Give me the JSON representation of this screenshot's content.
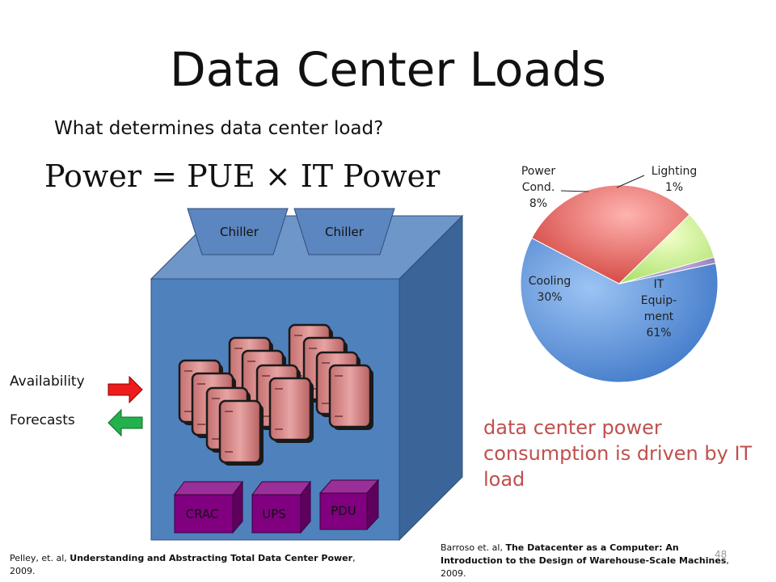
{
  "slide": {
    "title": "Data Center Loads",
    "question": "What determines data center load?",
    "formula": "Power = PUE × IT Power",
    "slide_number": "48"
  },
  "diagram": {
    "chiller_labels": [
      "Chiller",
      "Chiller"
    ],
    "units": [
      "CRAC",
      "UPS",
      "PDU"
    ],
    "availability_label": "Availability",
    "forecasts_label": "Forecasts",
    "colors": {
      "box_front": "#4f81bd",
      "box_top": "#6f96c8",
      "box_side": "#3b6598",
      "server": "#d98c8c",
      "unit": "#800080",
      "arrow_in": "#ee1c1c",
      "arrow_out": "#22b14c"
    }
  },
  "chart_data": {
    "type": "pie",
    "categories": [
      "IT Equip-ment",
      "Cooling",
      "Power Cond.",
      "Lighting"
    ],
    "values": [
      61,
      30,
      8,
      1
    ],
    "labels": [
      {
        "lines": [
          "IT",
          "Equip-",
          "ment",
          "61%"
        ]
      },
      {
        "lines": [
          "Cooling",
          "30%"
        ]
      },
      {
        "lines": [
          "Power",
          "Cond.",
          "8%"
        ]
      },
      {
        "lines": [
          "Lighting",
          "1%"
        ]
      }
    ],
    "colors": [
      "#4f81bd",
      "#c0504d",
      "#9bbb59",
      "#8064a2"
    ]
  },
  "conclusion": "data center power consumption is driven by IT load",
  "references": {
    "left": {
      "authors": "Pelley, et. al, ",
      "title": "Understanding and Abstracting Total Data Center Power",
      "year": ", 2009."
    },
    "right": {
      "authors": "Barroso et. al, ",
      "title": "The Datacenter as a Computer: An Introduction to the Design of Warehouse-Scale Machines",
      "year": ", 2009."
    }
  }
}
